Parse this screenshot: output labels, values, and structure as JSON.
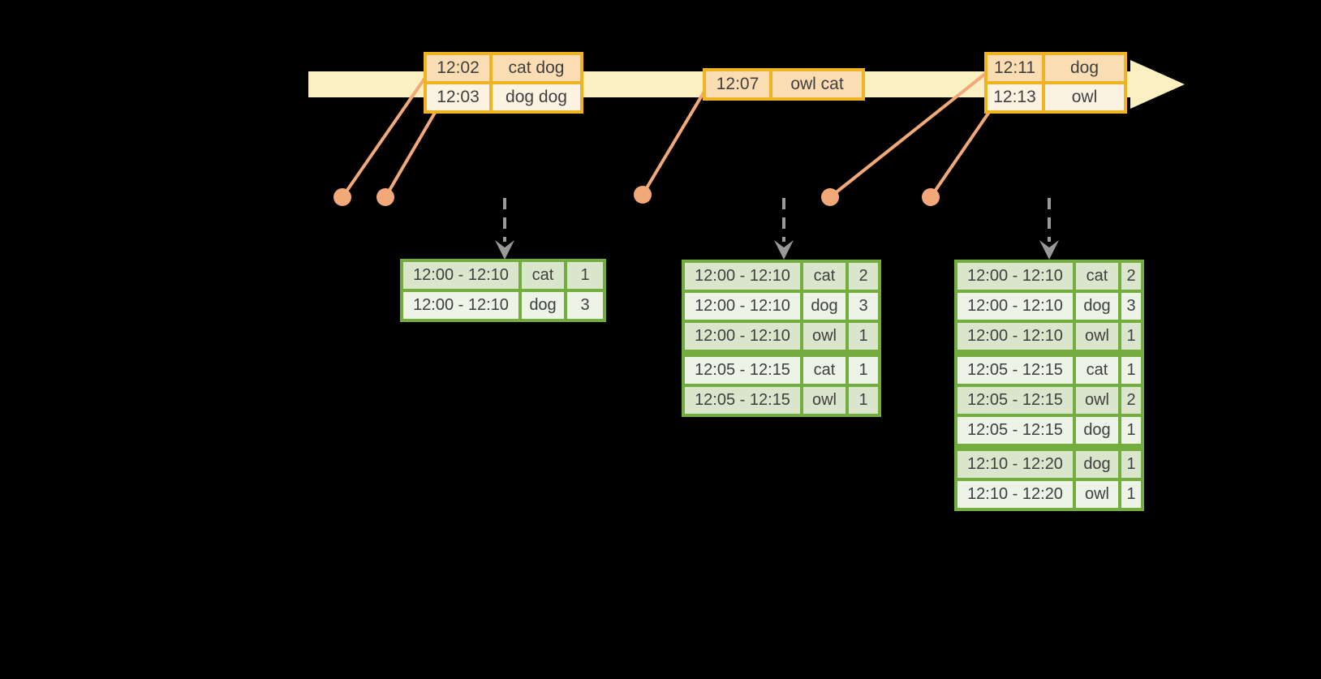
{
  "colors": {
    "background": "#000000",
    "timeline_band": "#FAF0C2",
    "event_table_border": "#F0B323",
    "event_row_dark": "#FBDDB4",
    "event_row_light": "#FDF3E3",
    "connector_and_dots": "#F2A878",
    "trigger_arrow_gray": "#999999",
    "result_table_border": "#73AD3E",
    "result_row_dark": "#D9E6CC",
    "result_row_light": "#EDF3E7",
    "text": "#3F3F3F"
  },
  "icons": {
    "timeline_arrowhead": "right-arrow",
    "event_marker": "dot",
    "trigger_arrow": "dashed-down-arrow"
  },
  "events": [
    {
      "rows": [
        {
          "time": "12:02",
          "words": "cat dog"
        },
        {
          "time": "12:03",
          "words": "dog dog"
        }
      ]
    },
    {
      "rows": [
        {
          "time": "12:07",
          "words": "owl cat"
        }
      ]
    },
    {
      "rows": [
        {
          "time": "12:11",
          "words": "dog"
        },
        {
          "time": "12:13",
          "words": "owl"
        }
      ]
    }
  ],
  "results": [
    {
      "rows": [
        {
          "window": "12:00 - 12:10",
          "word": "cat",
          "count": "1"
        },
        {
          "window": "12:00 - 12:10",
          "word": "dog",
          "count": "3"
        }
      ]
    },
    {
      "rows": [
        {
          "window": "12:00 - 12:10",
          "word": "cat",
          "count": "2"
        },
        {
          "window": "12:00 - 12:10",
          "word": "dog",
          "count": "3"
        },
        {
          "window": "12:00 - 12:10",
          "word": "owl",
          "count": "1"
        },
        {
          "window": "12:05 - 12:15",
          "word": "cat",
          "count": "1"
        },
        {
          "window": "12:05 - 12:15",
          "word": "owl",
          "count": "1"
        }
      ]
    },
    {
      "rows": [
        {
          "window": "12:00 - 12:10",
          "word": "cat",
          "count": "2"
        },
        {
          "window": "12:00 - 12:10",
          "word": "dog",
          "count": "3"
        },
        {
          "window": "12:00 - 12:10",
          "word": "owl",
          "count": "1"
        },
        {
          "window": "12:05 - 12:15",
          "word": "cat",
          "count": "1"
        },
        {
          "window": "12:05 - 12:15",
          "word": "owl",
          "count": "2"
        },
        {
          "window": "12:05 - 12:15",
          "word": "dog",
          "count": "1"
        },
        {
          "window": "12:10 - 12:20",
          "word": "dog",
          "count": "1"
        },
        {
          "window": "12:10 - 12:20",
          "word": "owl",
          "count": "1"
        }
      ]
    }
  ]
}
